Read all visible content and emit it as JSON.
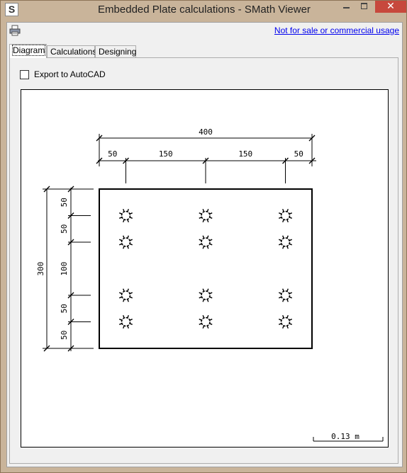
{
  "window": {
    "title": "Embedded Plate calculations - SMath Viewer",
    "app_icon": "S",
    "close_glyph": "✕"
  },
  "toolbar": {
    "print_icon": "printer-icon",
    "notice_link": "Not for sale or commercial usage"
  },
  "tabs": [
    {
      "label": "Diagram",
      "active": true
    },
    {
      "label": "Calculations",
      "active": false
    },
    {
      "label": "Designing",
      "active": false
    }
  ],
  "diagram_tab": {
    "export_checkbox": {
      "label": "Export to AutoCAD",
      "checked": false
    }
  },
  "plate": {
    "width_mm": 400,
    "height_mm": 300,
    "top_segments_mm": [
      50,
      150,
      150,
      50
    ],
    "side_segments_mm": [
      50,
      50,
      100,
      50,
      50
    ],
    "bolt_columns_mm": [
      50,
      200,
      350
    ],
    "bolt_rows_mm": [
      50,
      100,
      200,
      250
    ]
  },
  "dimensions": {
    "top_total": "400",
    "top_labels": [
      "50",
      "150",
      "150",
      "50"
    ],
    "side_total": "300",
    "side_labels": [
      "50",
      "50",
      "100",
      "50",
      "50"
    ]
  },
  "scale_bar": {
    "label": "0.13 m"
  },
  "colors": {
    "frame": "#c9b49a",
    "close_button": "#c7483c",
    "link": "#0000ee"
  }
}
